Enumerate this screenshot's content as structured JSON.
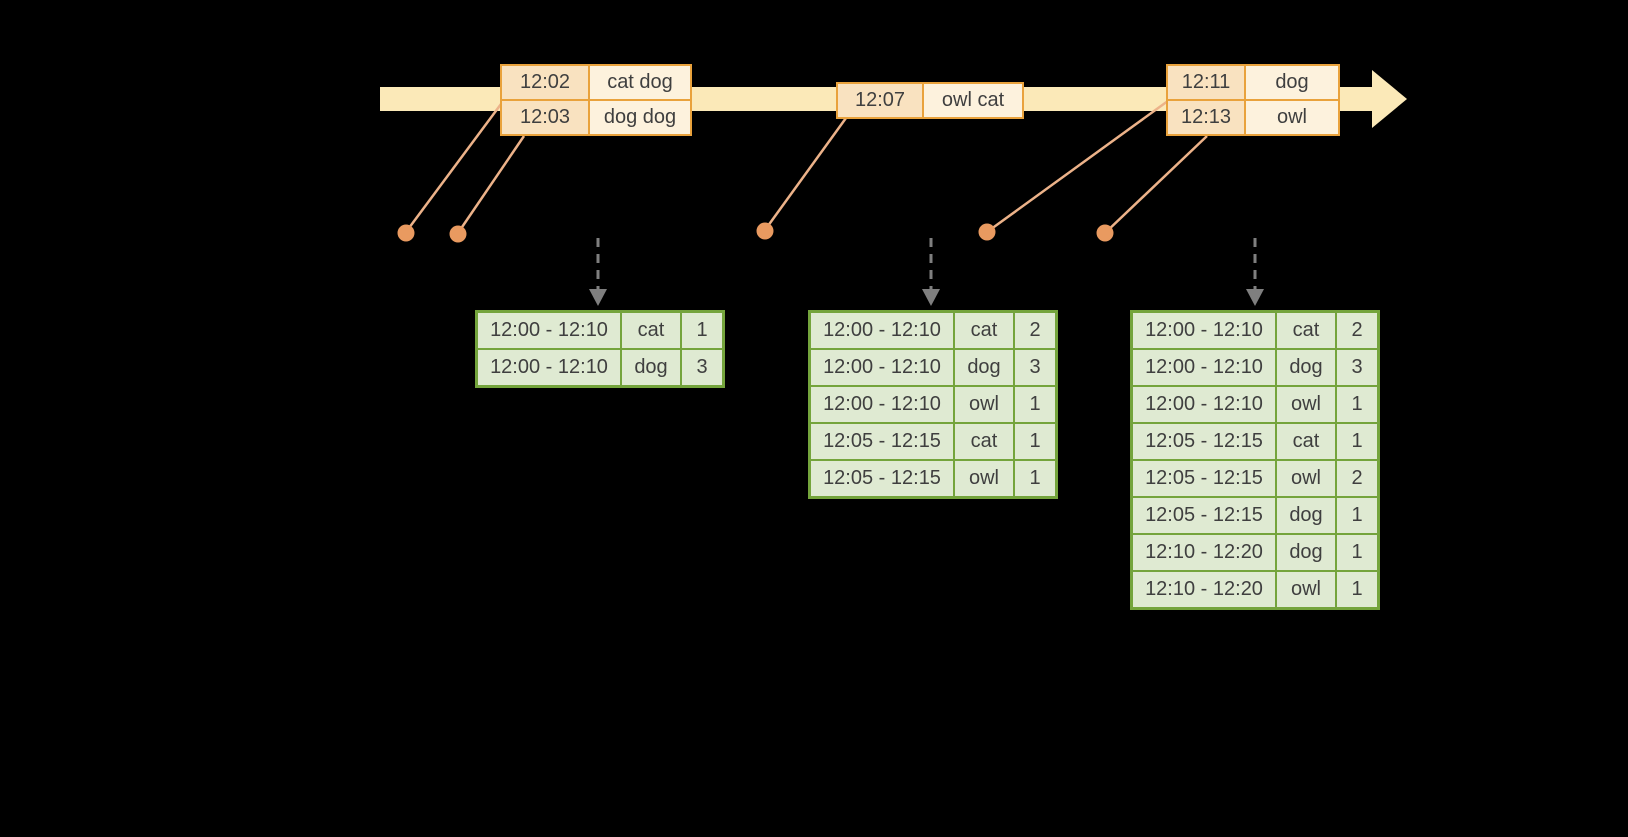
{
  "colors": {
    "background": "#000000",
    "timeline_fill": "#fbe9b8",
    "event_border": "#e9a23c",
    "event_time_fill": "#f9e2c0",
    "event_value_fill": "#fdf2dd",
    "connector_line": "#ecb289",
    "event_dot": "#e99a60",
    "trigger_arrow": "#7f7f7f",
    "result_border": "#74a43c",
    "result_fill": "#dfead2",
    "table_text": "#3f3f3f"
  },
  "event_tables": [
    {
      "name": "events-batch-1",
      "rows": [
        [
          "12:02",
          "cat dog"
        ],
        [
          "12:03",
          "dog dog"
        ]
      ]
    },
    {
      "name": "events-batch-2",
      "rows": [
        [
          "12:07",
          "owl cat"
        ]
      ]
    },
    {
      "name": "events-batch-3",
      "rows": [
        [
          "12:11",
          "dog"
        ],
        [
          "12:13",
          "owl"
        ]
      ]
    }
  ],
  "result_tables": [
    {
      "name": "counts-after-trigger-1",
      "rows": [
        [
          "12:00 - 12:10",
          "cat",
          "1"
        ],
        [
          "12:00 - 12:10",
          "dog",
          "3"
        ]
      ]
    },
    {
      "name": "counts-after-trigger-2",
      "rows": [
        [
          "12:00 - 12:10",
          "cat",
          "2"
        ],
        [
          "12:00 - 12:10",
          "dog",
          "3"
        ],
        [
          "12:00 - 12:10",
          "owl",
          "1"
        ],
        [
          "12:05 - 12:15",
          "cat",
          "1"
        ],
        [
          "12:05 - 12:15",
          "owl",
          "1"
        ]
      ]
    },
    {
      "name": "counts-after-trigger-3",
      "rows": [
        [
          "12:00 - 12:10",
          "cat",
          "2"
        ],
        [
          "12:00 - 12:10",
          "dog",
          "3"
        ],
        [
          "12:00 - 12:10",
          "owl",
          "1"
        ],
        [
          "12:05 - 12:15",
          "cat",
          "1"
        ],
        [
          "12:05 - 12:15",
          "owl",
          "2"
        ],
        [
          "12:05 - 12:15",
          "dog",
          "1"
        ],
        [
          "12:10 - 12:20",
          "dog",
          "1"
        ],
        [
          "12:10 - 12:20",
          "owl",
          "1"
        ]
      ]
    }
  ]
}
